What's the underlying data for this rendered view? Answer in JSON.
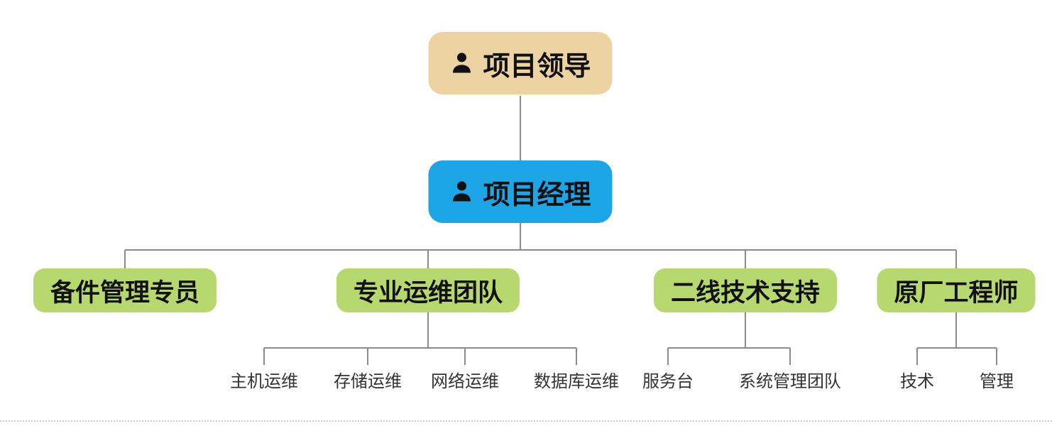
{
  "chart": {
    "type": "org-chart",
    "nodes": {
      "root": {
        "label": "项目领导",
        "bg": "#EDD3A2",
        "icon": "person-icon"
      },
      "manager": {
        "label": "项目经理",
        "bg": "#1CA6E8",
        "icon": "person-icon"
      },
      "children": [
        {
          "label": "备件管理专员",
          "bg": "#B7D86E"
        },
        {
          "label": "专业运维团队",
          "bg": "#B7D86E"
        },
        {
          "label": "二线技术支持",
          "bg": "#B7D86E"
        },
        {
          "label": "原厂工程师",
          "bg": "#B7D86E"
        }
      ],
      "leaves": {
        "ops": [
          "主机运维",
          "存储运维",
          "网络运维",
          "数据库运维"
        ],
        "support": [
          "服务台",
          "系统管理团队"
        ],
        "vendor": [
          "技术",
          "管理"
        ]
      }
    },
    "line_color": "#8A8A8A",
    "text_color": "#111111"
  }
}
